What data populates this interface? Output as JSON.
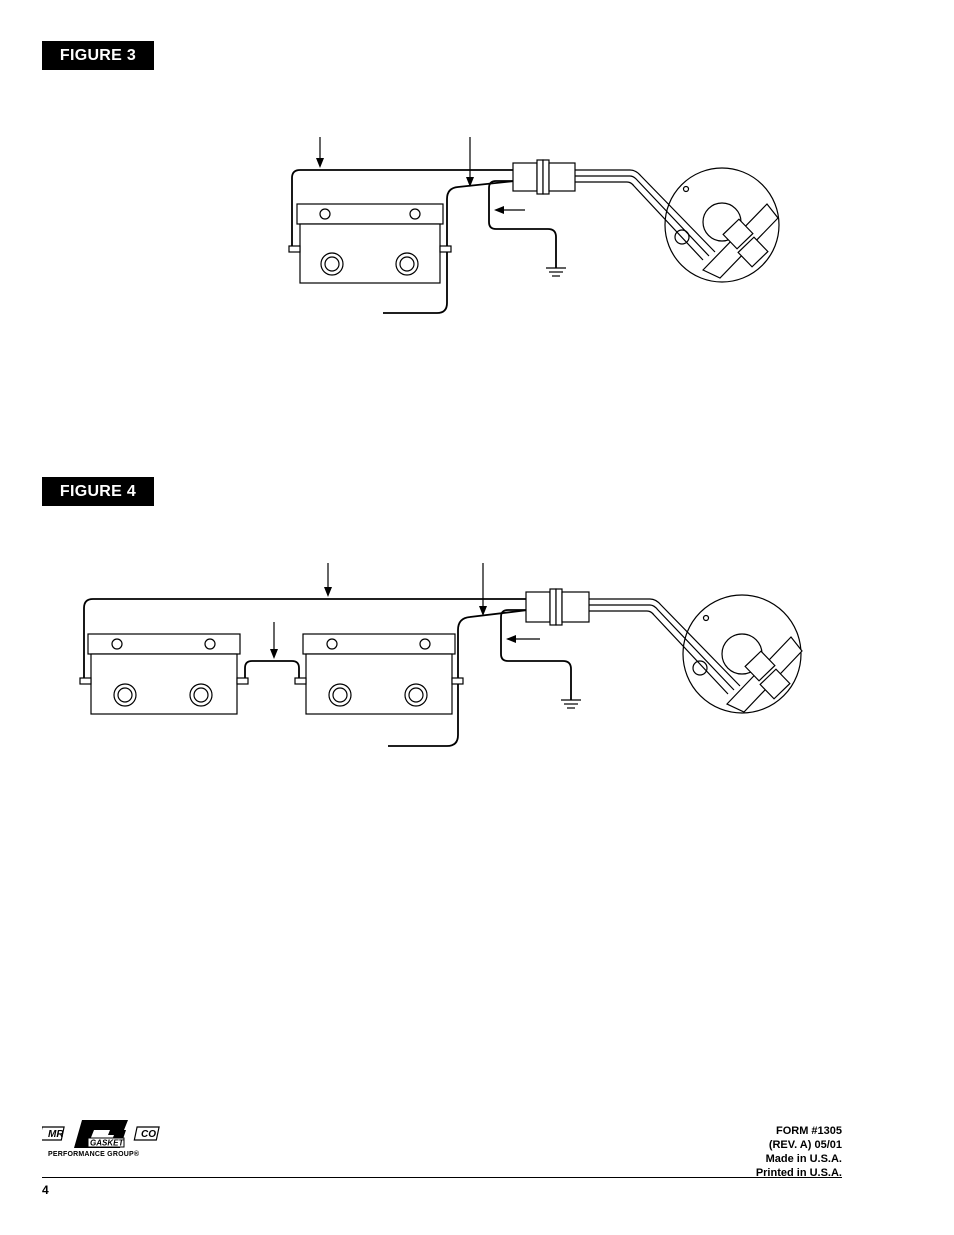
{
  "figures": [
    {
      "label": "FIGURE 3"
    },
    {
      "label": "FIGURE 4"
    }
  ],
  "footer": {
    "page_number": "4",
    "form_lines": [
      "FORM #1305",
      "(REV. A) 05/01",
      "Made in U.S.A.",
      "Printed in U.S.A."
    ],
    "logo": {
      "mr": "MR",
      "gasket": "GASKET",
      "co": "CO",
      "tagline": "PERFORMANCE GROUP®"
    }
  }
}
